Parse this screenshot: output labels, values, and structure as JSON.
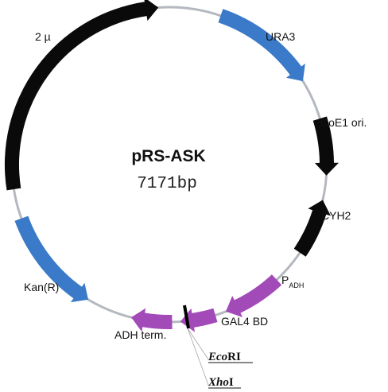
{
  "plasmid": {
    "name": "pRS-ASK",
    "size": "7171bp"
  },
  "colors": {
    "backbone": "#b4b8bf",
    "black_feature": "#0a0a0a",
    "blue_feature": "#3a7ac8",
    "purple_feature": "#a24ab8"
  },
  "features": [
    {
      "id": "2mu",
      "label": "2 µ",
      "color": "black"
    },
    {
      "id": "ura3",
      "label": "URA3",
      "color": "blue"
    },
    {
      "id": "coe1",
      "label": "CoE1 ori.",
      "color": "black"
    },
    {
      "id": "cyh2",
      "label": "CYH2",
      "color": "black"
    },
    {
      "id": "padh",
      "label_main": "P",
      "label_sub": "ADH",
      "color": "purple"
    },
    {
      "id": "gal4bd",
      "label": "GAL4 BD",
      "color": "purple"
    },
    {
      "id": "adhterm",
      "label": "ADH term.",
      "color": "purple"
    },
    {
      "id": "kanr",
      "label": "Kan(R)",
      "color": "blue"
    }
  ],
  "restriction_sites": {
    "label_1_italic": "Eco",
    "label_1_rest": "RI",
    "label_2_italic": "Xho",
    "label_2_rest": "I"
  }
}
